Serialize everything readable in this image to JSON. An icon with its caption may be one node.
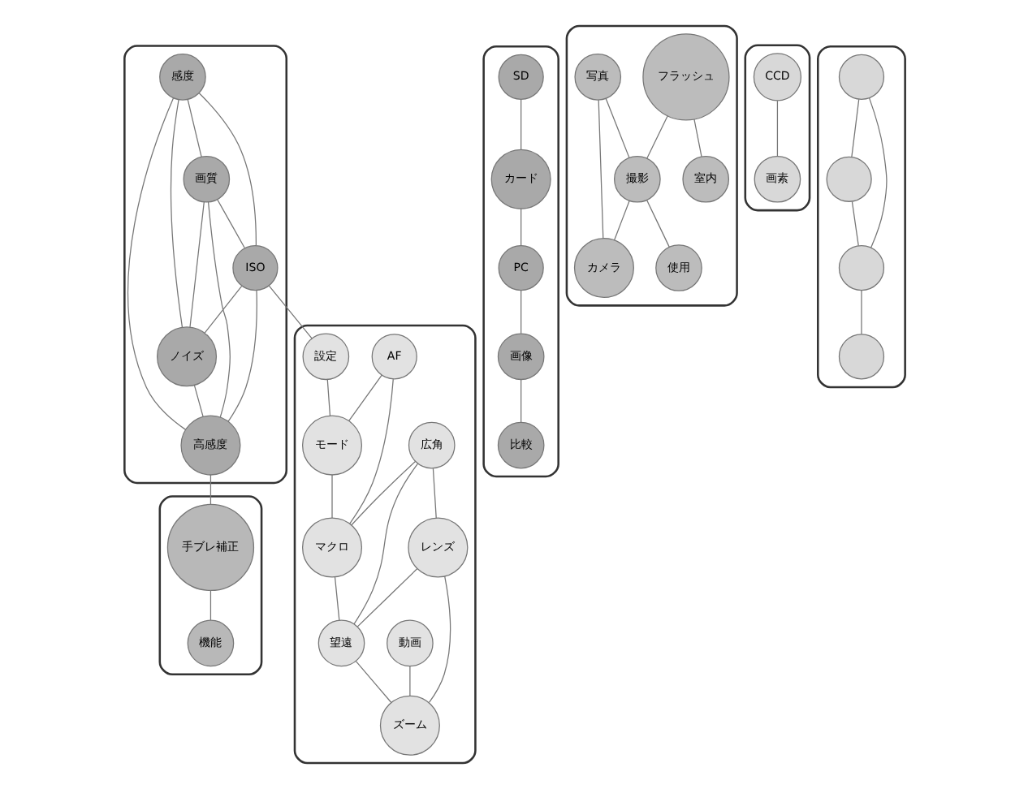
{
  "diagram": {
    "nodes": [
      {
        "text": [],
        "shape": "box"
      },
      {
        "text": [
          "感度"
        ],
        "in": 0
      },
      {
        "text": [
          "ISO"
        ],
        "in": 0
      },
      {
        "text": [
          "画質"
        ],
        "in": 0
      },
      {
        "text": [
          "ノイズ"
        ],
        "in": 0
      },
      {
        "text": [
          "高感度"
        ],
        "in": 0
      },
      {
        "text": [],
        "shape": "box"
      },
      {
        "text": [
          "設定"
        ],
        "in": 6
      },
      {
        "text": [
          "AF"
        ],
        "in": 6
      },
      {
        "text": [
          "広角"
        ],
        "in": 6
      },
      {
        "text": [
          "レンズ"
        ],
        "in": 6
      },
      {
        "text": [
          "動画"
        ],
        "in": 6
      },
      {
        "text": [
          "モード"
        ],
        "in": 6
      },
      {
        "text": [
          "マクロ"
        ],
        "in": 6
      },
      {
        "text": [
          "望遠"
        ],
        "in": 6
      },
      {
        "text": [
          "ズーム"
        ],
        "in": 6
      },
      {
        "text": [],
        "shape": "box"
      },
      {
        "text": [
          "SD"
        ],
        "in": 16
      },
      {
        "text": [
          "カード"
        ],
        "in": 16
      },
      {
        "text": [
          "PC"
        ],
        "in": 16
      },
      {
        "text": [
          "画像"
        ],
        "in": 16
      },
      {
        "text": [
          "比較"
        ],
        "in": 16
      },
      {
        "text": [],
        "shape": "box"
      },
      {
        "text": [
          "手ブレ補正"
        ],
        "in": 22
      },
      {
        "text": [
          "機能"
        ],
        "in": 22
      },
      {
        "text": [],
        "shape": "box"
      },
      {
        "text": [
          "フラッシュ"
        ],
        "in": 25
      },
      {
        "text": [
          "写真"
        ],
        "in": 25
      },
      {
        "text": [
          "撮影"
        ],
        "in": 25
      },
      {
        "text": [
          "室内"
        ],
        "in": 25
      },
      {
        "text": [
          "カメラ"
        ],
        "in": 25
      },
      {
        "text": [
          "使用"
        ],
        "in": 25
      },
      {
        "text": [],
        "shape": "box"
      },
      {
        "text": [
          "CCD"
        ],
        "in": 32
      },
      {
        "text": [
          "画素"
        ],
        "in": 32
      },
      {
        "text": [],
        "shape": "box"
      },
      {
        "text": [],
        "shape": "circle",
        "in": 35
      },
      {
        "text": [],
        "shape": "circle",
        "in": 35
      },
      {
        "text": [],
        "shape": "circle",
        "in": 35
      },
      {
        "text": [],
        "shape": "circle",
        "in": 35
      }
    ],
    "edges": [
      {
        "from": 1,
        "to": 2,
        "arrow": "none"
      },
      {
        "from": 1,
        "to": 3,
        "arrow": "none"
      },
      {
        "from": 1,
        "to": 5,
        "arrow": "none"
      },
      {
        "from": 1,
        "to": 4,
        "arrow": "none"
      },
      {
        "from": 3,
        "to": 2,
        "arrow": "none"
      },
      {
        "from": 3,
        "to": 4,
        "arrow": "none"
      },
      {
        "from": 3,
        "to": 5,
        "arrow": "none"
      },
      {
        "from": 2,
        "to": 5,
        "arrow": "none"
      },
      {
        "from": 2,
        "to": 4,
        "arrow": "none"
      },
      {
        "from": 4,
        "to": 5,
        "arrow": "none"
      },
      {
        "from": 2,
        "to": 7,
        "arrow": "none"
      },
      {
        "from": 5,
        "to": 23,
        "arrow": "none"
      },
      {
        "from": 7,
        "to": 12,
        "arrow": "none"
      },
      {
        "from": 8,
        "to": 12,
        "arrow": "none"
      },
      {
        "from": 8,
        "to": 13,
        "arrow": "none"
      },
      {
        "from": 9,
        "to": 13,
        "arrow": "none"
      },
      {
        "from": 9,
        "to": 10,
        "arrow": "none"
      },
      {
        "from": 9,
        "to": 14,
        "arrow": "none"
      },
      {
        "from": 10,
        "to": 14,
        "arrow": "none"
      },
      {
        "from": 10,
        "to": 15,
        "arrow": "none"
      },
      {
        "from": 11,
        "to": 15,
        "arrow": "none"
      },
      {
        "from": 12,
        "to": 13,
        "arrow": "none"
      },
      {
        "from": 13,
        "to": 14,
        "arrow": "none"
      },
      {
        "from": 14,
        "to": 15,
        "arrow": "none"
      },
      {
        "from": 17,
        "to": 18,
        "arrow": "none"
      },
      {
        "from": 18,
        "to": 19,
        "arrow": "none"
      },
      {
        "from": 19,
        "to": 20,
        "arrow": "none"
      },
      {
        "from": 20,
        "to": 21,
        "arrow": "none"
      },
      {
        "from": 23,
        "to": 24,
        "arrow": "none"
      },
      {
        "from": 26,
        "to": 29,
        "arrow": "none"
      },
      {
        "from": 26,
        "to": 28,
        "arrow": "none"
      },
      {
        "from": 27,
        "to": 28,
        "arrow": "none"
      },
      {
        "from": 27,
        "to": 30,
        "arrow": "none"
      },
      {
        "from": 28,
        "to": 30,
        "arrow": "none"
      },
      {
        "from": 28,
        "to": 31,
        "arrow": "none"
      },
      {
        "from": 33,
        "to": 34,
        "arrow": "none"
      },
      {
        "from": 36,
        "to": 37,
        "arrow": "none"
      },
      {
        "from": 36,
        "to": 38,
        "arrow": "none"
      },
      {
        "from": 37,
        "to": 38,
        "arrow": "none"
      },
      {
        "from": 38,
        "to": 39,
        "arrow": "none"
      }
    ]
  }
}
